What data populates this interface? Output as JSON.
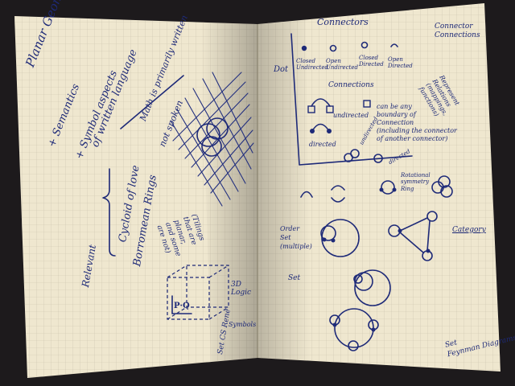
{
  "photo": {
    "colors": {
      "background": "#1d1a1c",
      "paper": "#efe7cf",
      "grid": "#c9c2ad",
      "ink": "#1e2a78"
    },
    "left_page": {
      "title_lines": [
        "Planar Geometry",
        "+ Semantics",
        "+ Symbol aspects",
        "of written language"
      ],
      "note_lines": [
        "Math is primarily written",
        "not spoken"
      ],
      "cube_caption": [
        "(Tilings",
        "that are",
        "planar,",
        "and some",
        "are not)"
      ],
      "relevant": "Relevant",
      "list_items": [
        "Cycloid of love",
        "Borromean Rings"
      ],
      "logic_caption": "3D Logic",
      "abc_label": "Symbols",
      "bottom_label": "Set CS Rene",
      "formula": "P·Q"
    },
    "right_page": {
      "header_connectors": "Connectors",
      "header_connector_connections": [
        "Connector",
        "Connections"
      ],
      "dot_label": "Dot",
      "column_labels": [
        [
          "Closed",
          "Undirected"
        ],
        [
          "Open",
          "Undirected"
        ],
        [
          "Closed",
          "Directed"
        ],
        [
          "Open",
          "Directed"
        ]
      ],
      "subheader_connections": "Connections",
      "undirected_label": "undirected",
      "can_be_any": [
        "can be any",
        "boundary of",
        "Connection",
        "(including the connector",
        "of another connector)"
      ],
      "directed_label": "directed",
      "undirected_small": "undirected",
      "directed_small": "directed",
      "relations_side": [
        "Represent",
        "Relations",
        "(mappings,",
        "functions)"
      ],
      "rotational_symmetry": [
        "Rotational",
        "symmetry",
        "Ring"
      ],
      "ordered_set": [
        "Order",
        "Set",
        "(multiple)"
      ],
      "category": "Category",
      "set": "Set",
      "feynman": [
        "Set",
        "Feynman Diagrams"
      ]
    }
  }
}
